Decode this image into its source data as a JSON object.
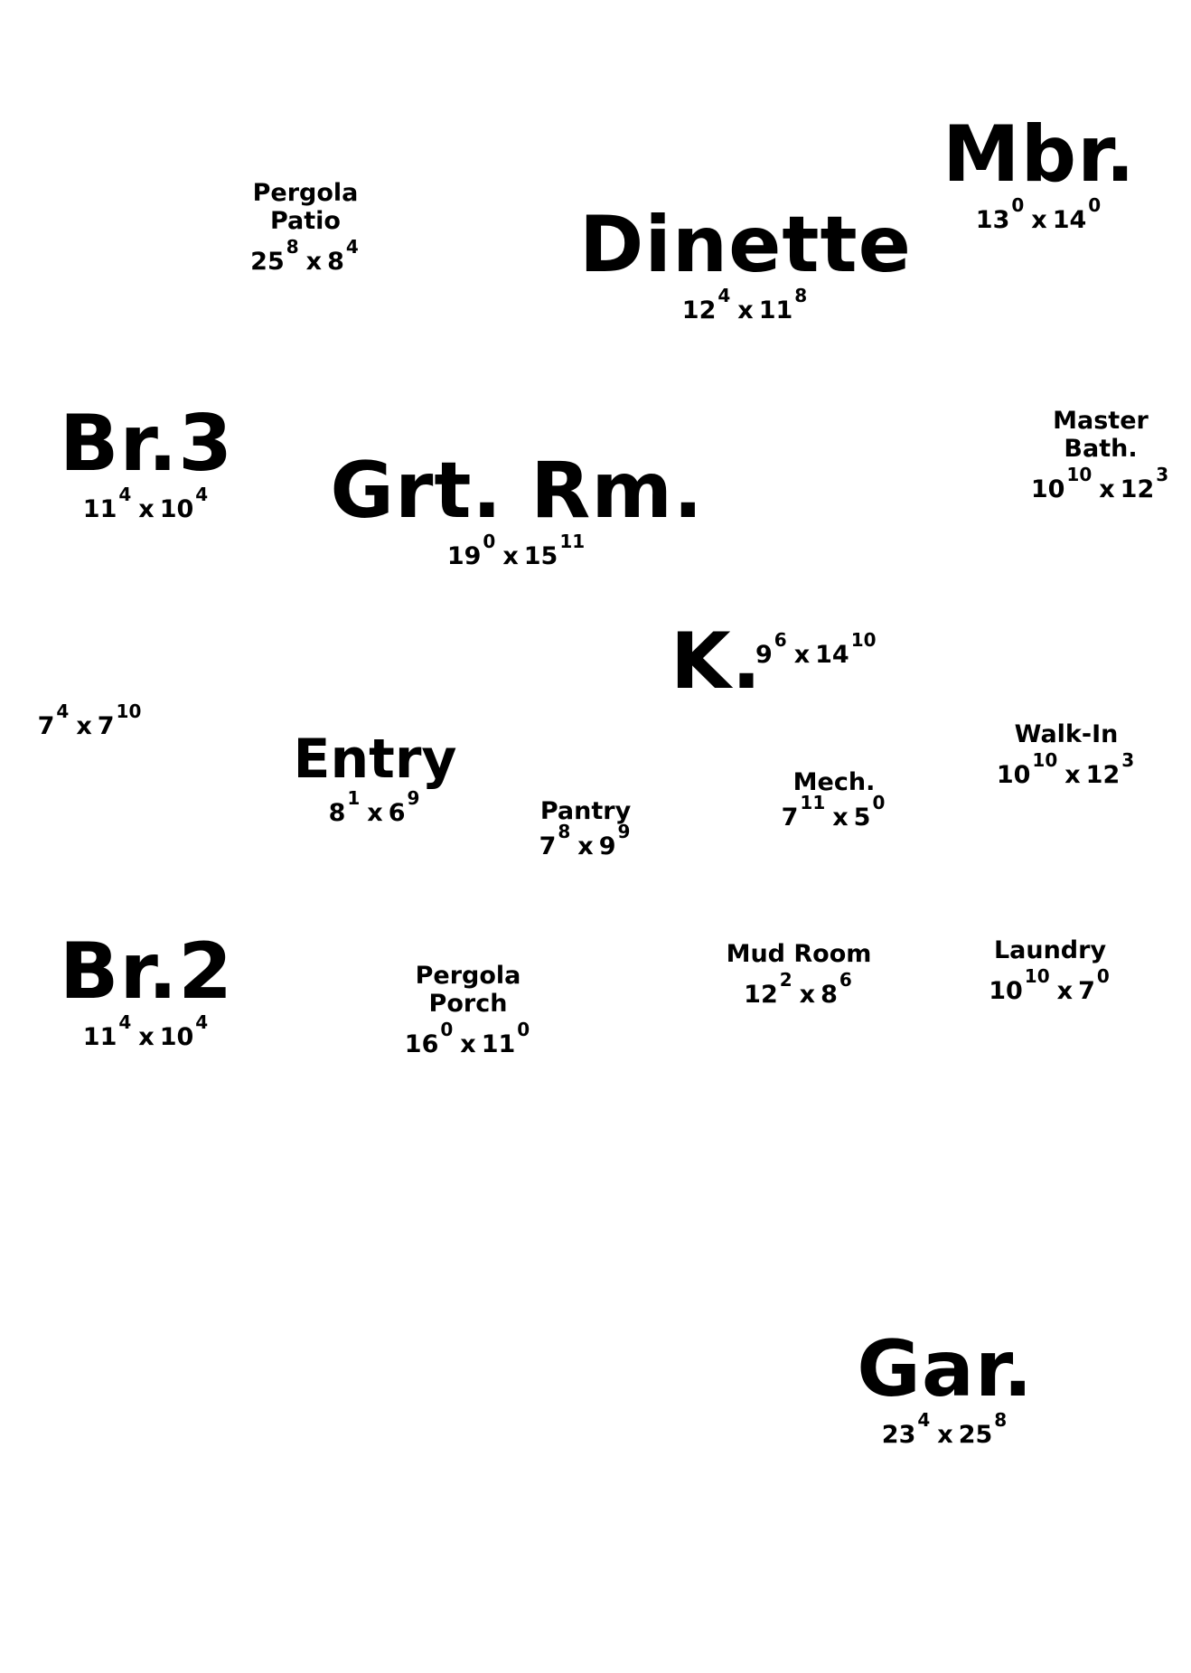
{
  "rooms": {
    "mbr": {
      "name": "Mbr.",
      "w_ft": "13",
      "w_in": "0",
      "h_ft": "14",
      "h_in": "0",
      "sep": "x"
    },
    "dinette": {
      "name": "Dinette",
      "w_ft": "12",
      "w_in": "4",
      "h_ft": "11",
      "h_in": "8",
      "sep": "x"
    },
    "patio": {
      "name_line1": "Pergola",
      "name_line2": "Patio",
      "w_ft": "25",
      "w_in": "8",
      "h_ft": "8",
      "h_in": "4",
      "sep": "x"
    },
    "br3": {
      "name": "Br.3",
      "w_ft": "11",
      "w_in": "4",
      "h_ft": "10",
      "h_in": "4",
      "sep": "x"
    },
    "grt_rm": {
      "name": "Grt. Rm.",
      "w_ft": "19",
      "w_in": "0",
      "h_ft": "15",
      "h_in": "11",
      "sep": "x"
    },
    "master_bath": {
      "name_line1": "Master",
      "name_line2": "Bath.",
      "w_ft": "10",
      "w_in": "10",
      "h_ft": "12",
      "h_in": "3",
      "sep": "x"
    },
    "kitchen": {
      "name": "K.",
      "w_ft": "9",
      "w_in": "6",
      "h_ft": "14",
      "h_in": "10",
      "sep": "x"
    },
    "closet": {
      "w_ft": "7",
      "w_in": "4",
      "h_ft": "7",
      "h_in": "10",
      "sep": "x"
    },
    "walk_in": {
      "name": "Walk-In",
      "w_ft": "10",
      "w_in": "10",
      "h_ft": "12",
      "h_in": "3",
      "sep": "x"
    },
    "entry": {
      "name": "Entry",
      "w_ft": "8",
      "w_in": "1",
      "h_ft": "6",
      "h_in": "9",
      "sep": "x"
    },
    "mech": {
      "name": "Mech.",
      "w_ft": "7",
      "w_in": "11",
      "h_ft": "5",
      "h_in": "0",
      "sep": "x"
    },
    "pantry": {
      "name": "Pantry",
      "w_ft": "7",
      "w_in": "8",
      "h_ft": "9",
      "h_in": "9",
      "sep": "x"
    },
    "br2": {
      "name": "Br.2",
      "w_ft": "11",
      "w_in": "4",
      "h_ft": "10",
      "h_in": "4",
      "sep": "x"
    },
    "porch": {
      "name_line1": "Pergola",
      "name_line2": "Porch",
      "w_ft": "16",
      "w_in": "0",
      "h_ft": "11",
      "h_in": "0",
      "sep": "x"
    },
    "mud_room": {
      "name": "Mud Room",
      "w_ft": "12",
      "w_in": "2",
      "h_ft": "8",
      "h_in": "6",
      "sep": "x"
    },
    "laundry": {
      "name": "Laundry",
      "w_ft": "10",
      "w_in": "10",
      "h_ft": "7",
      "h_in": "0",
      "sep": "x"
    },
    "garage": {
      "name": "Gar.",
      "w_ft": "23",
      "w_in": "4",
      "h_ft": "25",
      "h_in": "8",
      "sep": "x"
    }
  },
  "colors": {
    "text": "#000000",
    "background": "#ffffff"
  }
}
